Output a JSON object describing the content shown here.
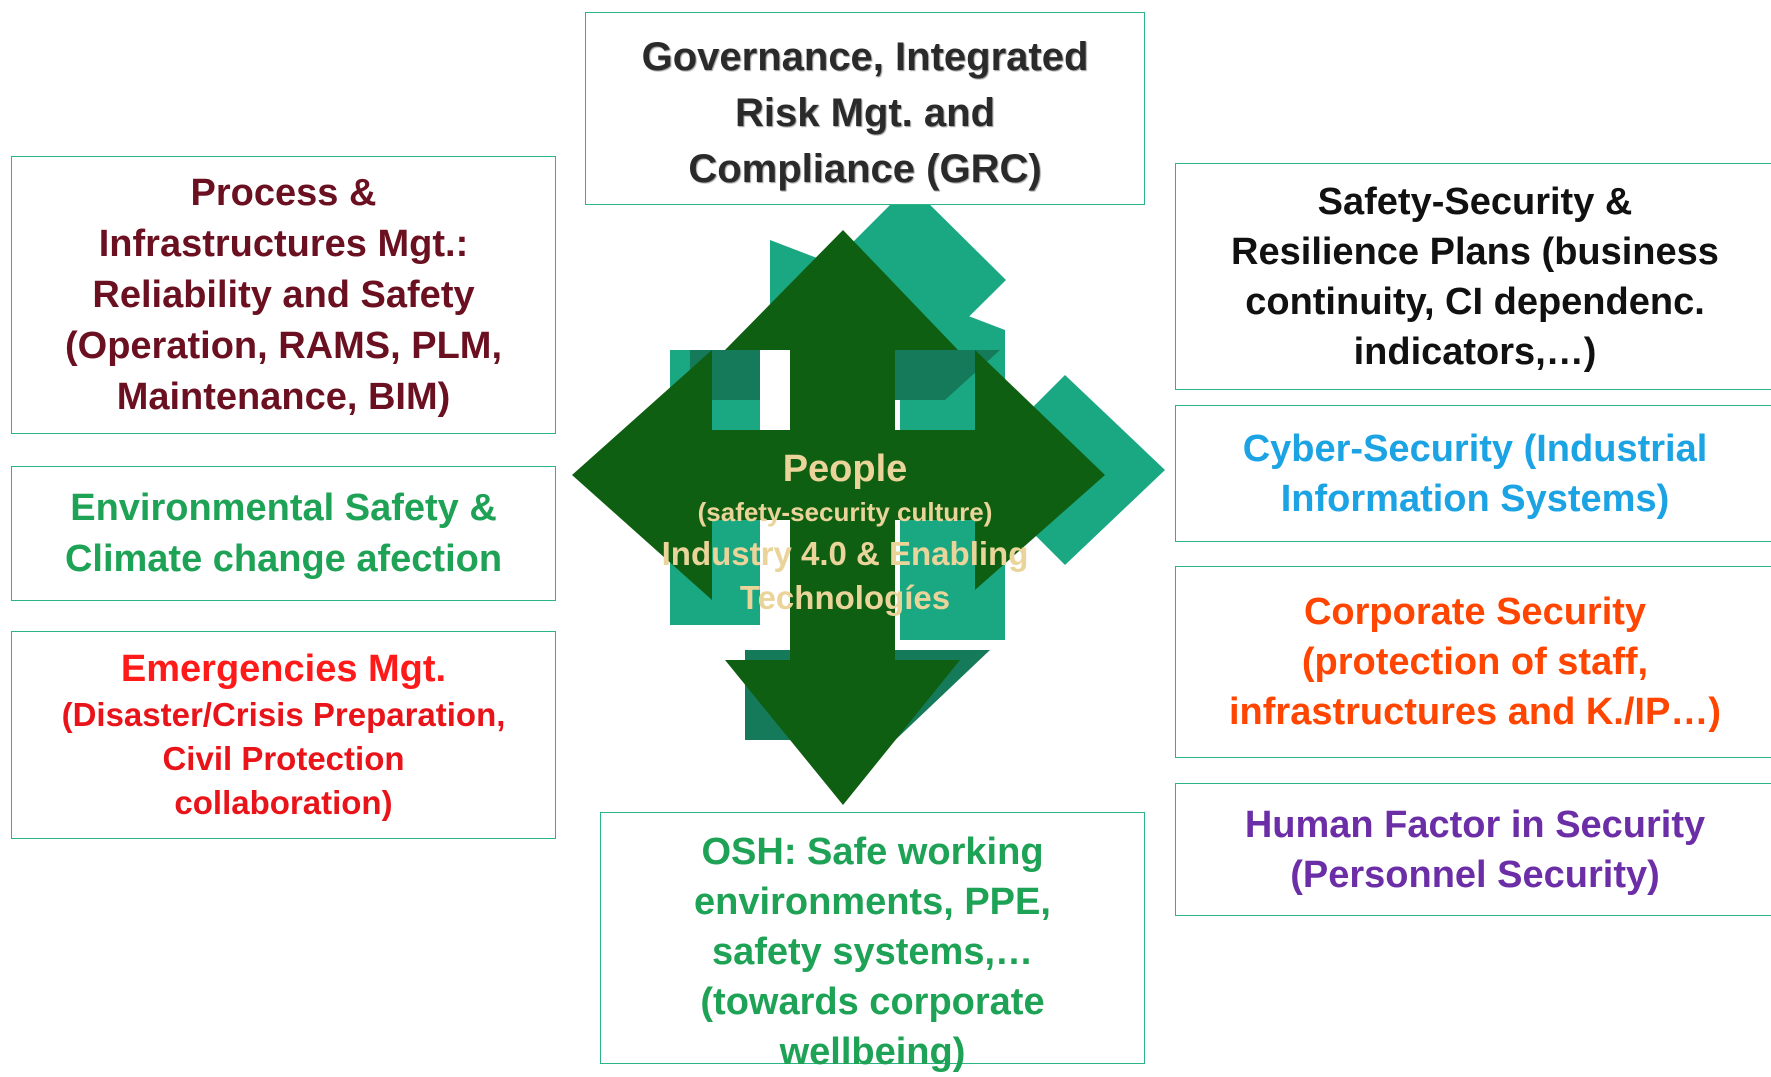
{
  "grc": {
    "lines": [
      "Governance, Integrated",
      "Risk Mgt. and",
      "Compliance (GRC)"
    ]
  },
  "process": {
    "lines": [
      "Process &",
      "Infrastructures Mgt.:",
      "Reliability and Safety",
      "(Operation, RAMS, PLM,",
      "Maintenance, BIM)"
    ]
  },
  "environmental": {
    "lines": [
      "Environmental Safety &",
      "Climate change afection"
    ]
  },
  "emergencies": {
    "title": "Emergencies Mgt.",
    "sub_lines": [
      "(Disaster/Crisis Preparation,",
      "Civil Protection",
      "collaboration)"
    ]
  },
  "safety_security": {
    "lines": [
      "Safety-Security &",
      "Resilience Plans (business",
      "continuity, CI dependenc.",
      "indicators,…)"
    ]
  },
  "cyber": {
    "lines": [
      "Cyber-Security (Industrial",
      "Information Systems)"
    ]
  },
  "corporate": {
    "lines": [
      "Corporate Security",
      "(protection of staff,",
      "infrastructures and K./IP…)"
    ]
  },
  "human": {
    "lines": [
      "Human Factor in Security",
      "(Personnel Security)"
    ]
  },
  "osh": {
    "lines": [
      "OSH: Safe working",
      "environments, PPE,",
      "safety systems,…",
      "(towards corporate",
      "wellbeing)"
    ]
  },
  "center": {
    "people": "People",
    "culture": "(safety-security culture)",
    "industry_line1": "Industry 4.0 & Enabling",
    "industry_line2": "Technologíes"
  },
  "colors": {
    "box_border": "#2bb585",
    "arrow_dark": "#0f5f12",
    "arrow_light": "#1aa883",
    "arrow_mid": "#157a59",
    "center_text": "#ead49a",
    "process_text": "#6b1020",
    "environmental_text": "#1ea256",
    "emergencies_text": "#ff1a1a",
    "cyber_text": "#1ba3e4",
    "corporate_text": "#ff4500",
    "human_text": "#6c2ea6"
  }
}
